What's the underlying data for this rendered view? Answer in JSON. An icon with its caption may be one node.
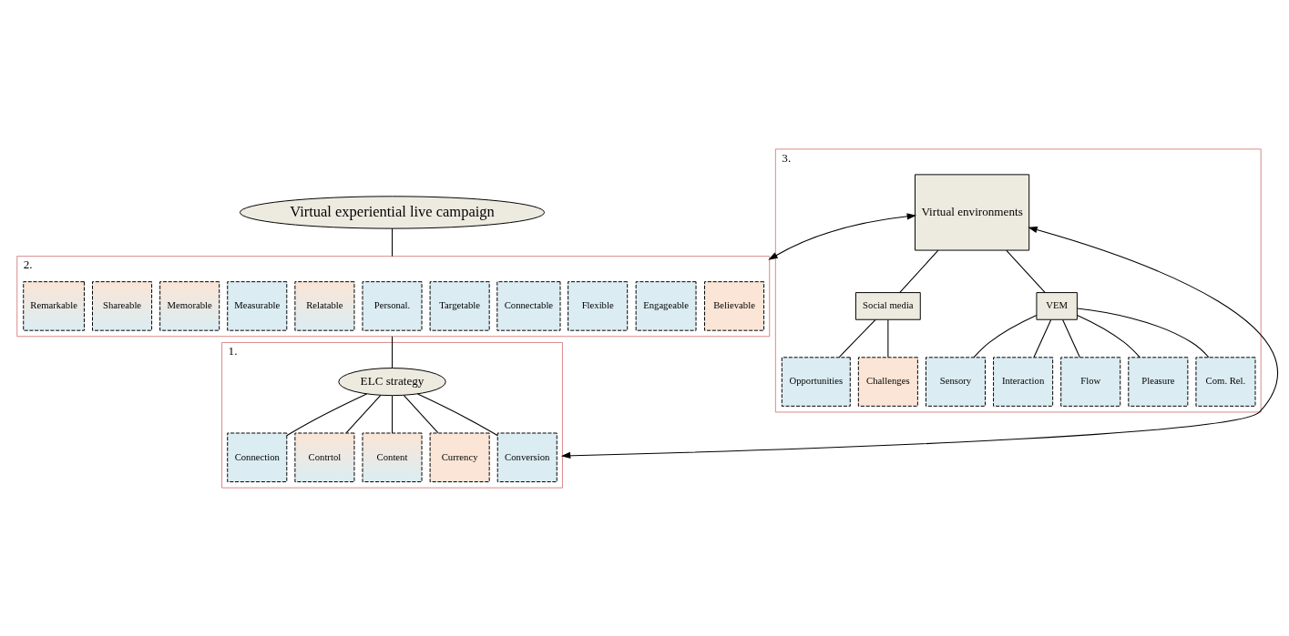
{
  "diagram": {
    "nodes": [
      {
        "text": [
          "Virtual experiential live campaign"
        ]
      },
      {
        "text": [],
        "shape": "box",
        "beside": [
          "2."
        ]
      },
      {
        "text": [
          "Remarkable"
        ],
        "in": 1
      },
      {
        "text": [
          "Shareable"
        ],
        "in": 1
      },
      {
        "text": [
          "Memorable"
        ],
        "in": 1
      },
      {
        "text": [
          "Measurable"
        ],
        "in": 1
      },
      {
        "text": [
          "Relatable"
        ],
        "in": 1
      },
      {
        "text": [
          "Personal."
        ],
        "in": 1
      },
      {
        "text": [
          "Targetable"
        ],
        "in": 1
      },
      {
        "text": [
          "Connectable"
        ],
        "in": 1
      },
      {
        "text": [
          "Flexible"
        ],
        "in": 1
      },
      {
        "text": [
          "Engageable"
        ],
        "in": 1
      },
      {
        "text": [
          "Believable"
        ],
        "in": 1
      },
      {
        "text": [],
        "shape": "box",
        "beside": [
          "1."
        ]
      },
      {
        "text": [
          "ELC strategy"
        ],
        "in": 13
      },
      {
        "text": [
          "Connection"
        ],
        "in": 13
      },
      {
        "text": [
          "Contrtol"
        ],
        "in": 13
      },
      {
        "text": [
          "Content"
        ],
        "in": 13
      },
      {
        "text": [
          "Currency"
        ],
        "in": 13
      },
      {
        "text": [
          "Conversion"
        ],
        "in": 13
      },
      {
        "text": [],
        "shape": "box",
        "beside": [
          "3."
        ]
      },
      {
        "text": [
          "Virtual environments"
        ],
        "in": 20
      },
      {
        "text": [
          "Social media"
        ],
        "in": 20
      },
      {
        "text": [
          "Opportunities"
        ],
        "in": 20
      },
      {
        "text": [
          "Challenges"
        ],
        "in": 20
      },
      {
        "text": [
          "VEM"
        ],
        "in": 20
      },
      {
        "text": [
          "Sensory"
        ],
        "in": 20
      },
      {
        "text": [
          "Interaction"
        ],
        "in": 20
      },
      {
        "text": [
          "Flow"
        ],
        "in": 20
      },
      {
        "text": [
          "Pleasure"
        ],
        "in": 20
      },
      {
        "text": [
          "Com. Rel."
        ],
        "in": 20
      }
    ],
    "edges": [
      {
        "from": 0,
        "to": 1,
        "arrow": "none"
      },
      {
        "from": 1,
        "to": 14,
        "arrow": "none"
      },
      {
        "from": 14,
        "to": 15,
        "arrow": "none"
      },
      {
        "from": 14,
        "to": 16,
        "arrow": "none"
      },
      {
        "from": 14,
        "to": 17,
        "arrow": "none"
      },
      {
        "from": 14,
        "to": 18,
        "arrow": "none"
      },
      {
        "from": 14,
        "to": 19,
        "arrow": "none"
      },
      {
        "from": 1,
        "to": 21,
        "arrow": "both"
      },
      {
        "from": 13,
        "to": 21,
        "arrow": "both"
      },
      {
        "from": 21,
        "to": 22,
        "arrow": "none"
      },
      {
        "from": 21,
        "to": 25,
        "arrow": "none"
      },
      {
        "from": 22,
        "to": 23,
        "arrow": "none"
      },
      {
        "from": 22,
        "to": 24,
        "arrow": "none"
      },
      {
        "from": 25,
        "to": 26,
        "arrow": "none"
      },
      {
        "from": 25,
        "to": 27,
        "arrow": "none"
      },
      {
        "from": 25,
        "to": 28,
        "arrow": "none"
      },
      {
        "from": 25,
        "to": 29,
        "arrow": "none"
      },
      {
        "from": 25,
        "to": 30,
        "arrow": "none"
      }
    ]
  }
}
